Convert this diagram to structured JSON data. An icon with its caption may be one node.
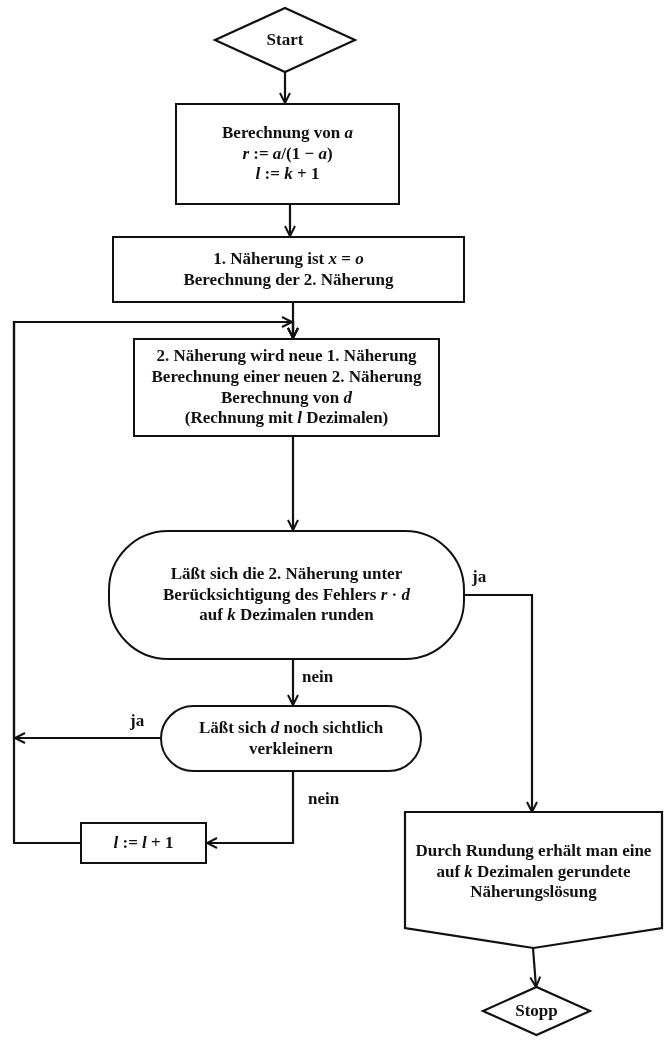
{
  "diagram": {
    "nodes": [
      {
        "text": [
          "Start"
        ]
      },
      {
        "text": [
          "Berechnung von *a*",
          "*r* := *a*/(1 − *a*)",
          "*l* := *k* + 1"
        ]
      },
      {
        "text": [
          "1. Näherung ist *x* = *o*",
          "Berechnung der 2. Näherung"
        ]
      },
      {
        "text": [
          "2. Näherung wird neue 1. Näherung",
          "Berechnung einer neuen 2. Näherung",
          "Berechnung von *d*",
          "(Rechnung mit *l* Dezimalen)"
        ]
      },
      {
        "text": [
          "Läßt sich die 2. Näherung unter Berücksichtigung des Fehlers *r* · *d* auf *k* Dezimalen runden"
        ]
      },
      {
        "text": [
          "Läßt sich *d* noch sichtlich verkleinern"
        ]
      },
      {
        "text": [
          "*l* := *l* + 1"
        ]
      },
      {
        "text": [
          "Durch Rundung erhält man eine auf *k* Dezimalen gerundete Näherungslösung"
        ]
      },
      {
        "text": [
          "Stopp"
        ]
      }
    ],
    "edges": [
      {
        "from": 0,
        "to": 1,
        "arrow": "to"
      },
      {
        "from": 1,
        "to": 2,
        "arrow": "to"
      },
      {
        "from": 2,
        "to": 3,
        "arrow": "to"
      },
      {
        "from": 3,
        "to": 4,
        "arrow": "to"
      },
      {
        "from": 4,
        "to": 5,
        "arrow": "to",
        "label": "nein"
      },
      {
        "from": 4,
        "to": 7,
        "arrow": "to",
        "label": "ja"
      },
      {
        "from": 5,
        "to": 3,
        "arrow": "to",
        "label": "ja"
      },
      {
        "from": 5,
        "to": 6,
        "arrow": "to",
        "label": "nein"
      },
      {
        "from": 6,
        "to": 3,
        "arrow": "to"
      },
      {
        "from": 7,
        "to": 8,
        "arrow": "to"
      }
    ]
  }
}
